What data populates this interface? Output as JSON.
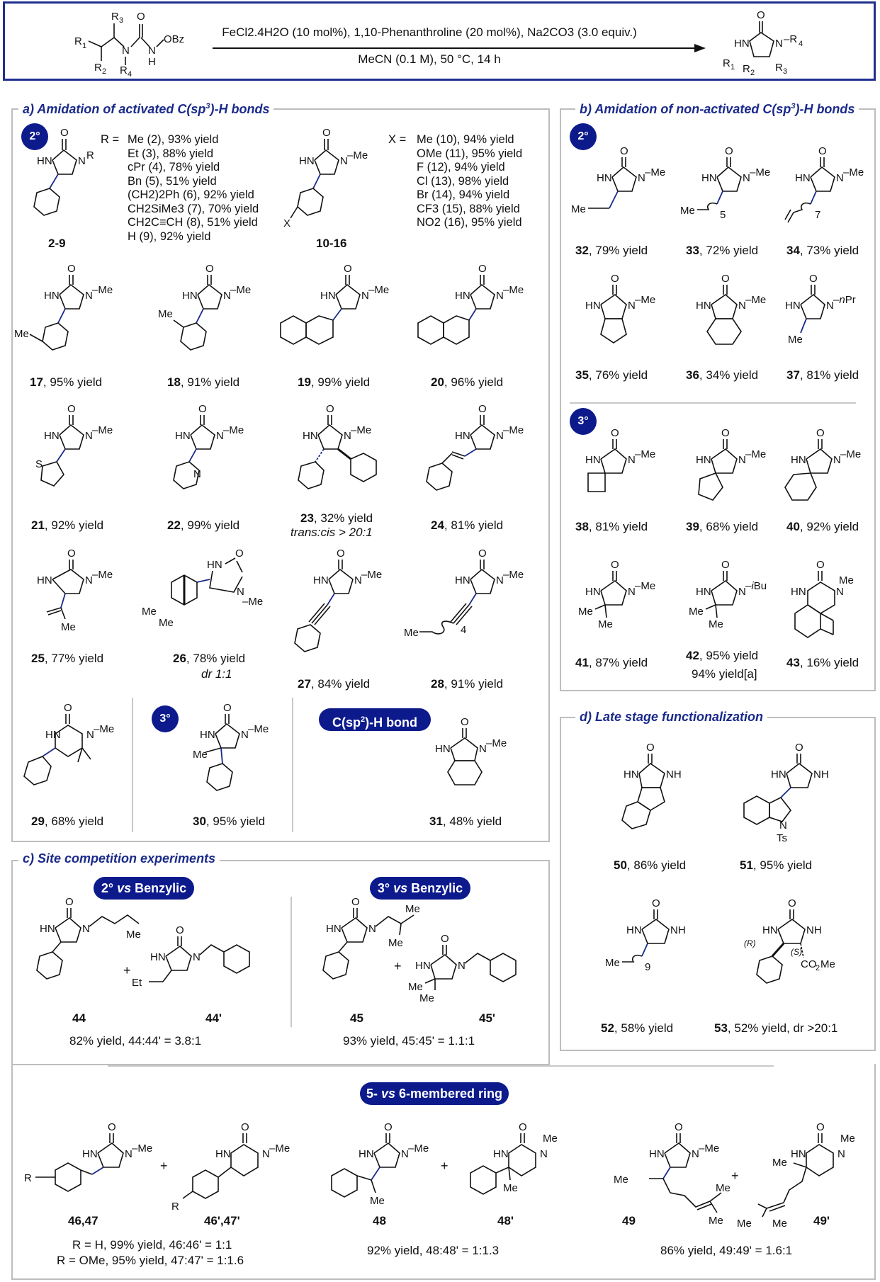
{
  "reaction": {
    "conditions_line1": "FeCl2.4H2O (10 mol%), 1,10-Phenanthroline (20 mol%), Na2CO3 (3.0 equiv.)",
    "conditions_line2": "MeCN (0.1 M), 50 °C, 14 h",
    "substrate_labels": [
      "R1",
      "R2",
      "R3",
      "R4",
      "OBz",
      "O",
      "N",
      "H"
    ],
    "product_labels": [
      "HN",
      "N",
      "R4",
      "R1",
      "R2",
      "R3",
      "O"
    ]
  },
  "section_a": {
    "title": "a) Amidation of activated C(sp3)-H bonds",
    "badge_2": "2°",
    "r_prefix": "R =",
    "r_list": [
      "Me (2), 93% yield",
      "Et (3), 88% yield",
      "cPr (4), 78% yield",
      "Bn (5), 51% yield",
      "(CH2)2Ph (6), 92% yield",
      "CH2SiMe3 (7), 70% yield",
      "CH2C≡CH (8), 51% yield",
      "H (9), 92% yield"
    ],
    "x_prefix": "X =",
    "x_list": [
      "Me (10), 94% yield",
      "OMe (11), 95% yield",
      "F (12), 94% yield",
      "Cl (13), 98% yield",
      "Br (14), 94% yield",
      "CF3 (15), 88% yield",
      "NO2 (16), 95% yield"
    ],
    "range_2_9": "2-9",
    "range_10_16": "10-16",
    "items": [
      {
        "id": "17",
        "yield": ", 95% yield"
      },
      {
        "id": "18",
        "yield": ", 91% yield"
      },
      {
        "id": "19",
        "yield": ", 99% yield"
      },
      {
        "id": "20",
        "yield": ", 96% yield"
      },
      {
        "id": "21",
        "yield": ", 92% yield"
      },
      {
        "id": "22",
        "yield": ", 99% yield"
      },
      {
        "id": "23",
        "yield": ", 32% yield",
        "note": "trans:cis > 20:1"
      },
      {
        "id": "24",
        "yield": ", 81% yield"
      },
      {
        "id": "25",
        "yield": ", 77% yield"
      },
      {
        "id": "26",
        "yield": ", 78% yield",
        "note": "dr 1:1"
      },
      {
        "id": "27",
        "yield": ", 84% yield"
      },
      {
        "id": "28",
        "yield": ", 91% yield"
      },
      {
        "id": "29",
        "yield": ", 68% yield"
      },
      {
        "id": "30",
        "yield": ", 95% yield"
      },
      {
        "id": "31",
        "yield": ", 48% yield"
      }
    ],
    "badge_3": "3°",
    "badge_sp2": "C(sp2)-H bond"
  },
  "section_b": {
    "title": "b) Amidation of non-activated C(sp3)-H bonds",
    "badge_2": "2°",
    "badge_3": "3°",
    "items": [
      {
        "id": "32",
        "yield": ", 79% yield"
      },
      {
        "id": "33",
        "yield": ", 72% yield"
      },
      {
        "id": "34",
        "yield": ", 73% yield"
      },
      {
        "id": "35",
        "yield": ", 76% yield"
      },
      {
        "id": "36",
        "yield": ", 34% yield"
      },
      {
        "id": "37",
        "yield": ", 81% yield"
      },
      {
        "id": "38",
        "yield": ", 81% yield"
      },
      {
        "id": "39",
        "yield": ", 68% yield"
      },
      {
        "id": "40",
        "yield": ", 92% yield"
      },
      {
        "id": "41",
        "yield": ", 87% yield"
      },
      {
        "id": "42",
        "yield": ", 95% yield",
        "note": "94% yield[a]"
      },
      {
        "id": "43",
        "yield": ", 16% yield"
      }
    ]
  },
  "section_c": {
    "title": "c) Site competition experiments",
    "pill_1": "2° vs Benzylic",
    "pill_2": "3° vs Benzylic",
    "pill_3": "5- vs 6-membered ring",
    "ids": [
      "44",
      "44'",
      "45",
      "45'",
      "46,47",
      "46',47'",
      "48",
      "48'",
      "49",
      "49'"
    ],
    "result_44": "82% yield, 44:44' = 3.8:1",
    "result_45": "93% yield, 45:45' = 1.1:1",
    "result_46": "R = H, 99% yield, 46:46' = 1:1",
    "result_47": "R = OMe, 95% yield, 47:47' = 1:1.6",
    "result_48": "92% yield, 48:48' = 1:1.3",
    "result_49": "86% yield, 49:49' = 1.6:1"
  },
  "section_d": {
    "title": "d) Late stage functionalization",
    "items": [
      {
        "id": "50",
        "yield": ", 86% yield"
      },
      {
        "id": "51",
        "yield": ", 95% yield"
      },
      {
        "id": "52",
        "yield": ", 58% yield"
      },
      {
        "id": "53",
        "yield": ", 52% yield, dr >20:1"
      }
    ]
  },
  "colors": {
    "accent": "#0c1a8c",
    "frame": "#1f2f8f",
    "border": "#bdbdbd",
    "bond_highlight": "#1a2a8a"
  }
}
